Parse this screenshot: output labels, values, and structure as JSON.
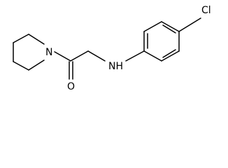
{
  "molecule": {
    "atoms": {
      "ring_nitrogen": "N",
      "carbonyl_oxygen": "O",
      "amine": "NH",
      "chlorine": "Cl"
    }
  },
  "colors": {
    "bond": "#000000",
    "background": "#ffffff"
  }
}
